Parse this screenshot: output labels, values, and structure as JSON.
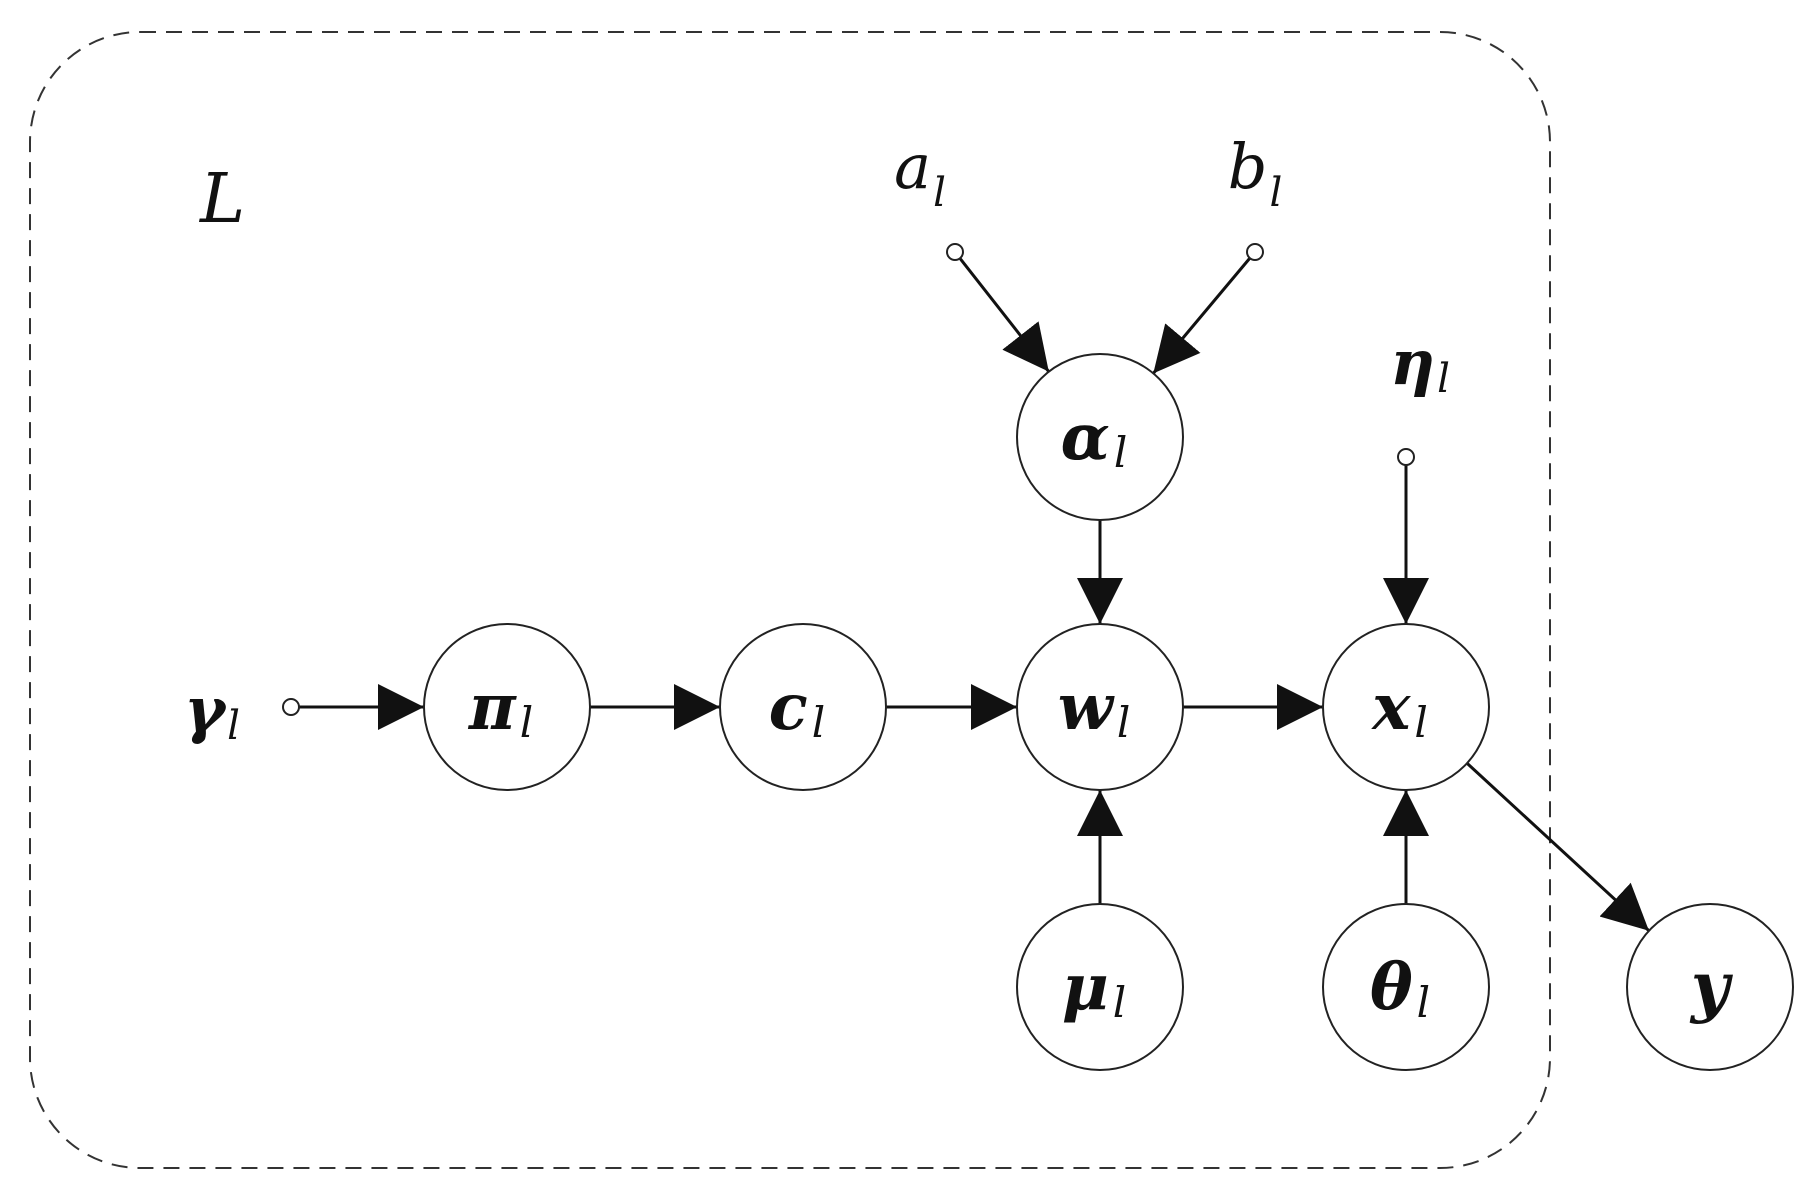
{
  "plate": {
    "label": "L"
  },
  "nodes": {
    "pi": {
      "symbol": "π",
      "subscript": "l"
    },
    "c": {
      "symbol": "c",
      "subscript": "l"
    },
    "w": {
      "symbol": "w",
      "subscript": "l"
    },
    "x": {
      "symbol": "x",
      "subscript": "l"
    },
    "alpha": {
      "symbol": "α",
      "subscript": "l"
    },
    "mu": {
      "symbol": "μ",
      "subscript": "l"
    },
    "theta": {
      "symbol": "θ",
      "subscript": "l"
    },
    "y": {
      "symbol": "y"
    }
  },
  "hyperparameters": {
    "gamma": {
      "symbol": "γ",
      "subscript": "l"
    },
    "a": {
      "symbol": "a",
      "subscript": "l"
    },
    "b": {
      "symbol": "b",
      "subscript": "l"
    },
    "eta": {
      "symbol": "η",
      "subscript": "l"
    }
  },
  "edges": [
    {
      "from": "gamma",
      "to": "pi"
    },
    {
      "from": "pi",
      "to": "c"
    },
    {
      "from": "c",
      "to": "w"
    },
    {
      "from": "w",
      "to": "x"
    },
    {
      "from": "a",
      "to": "alpha"
    },
    {
      "from": "b",
      "to": "alpha"
    },
    {
      "from": "alpha",
      "to": "w"
    },
    {
      "from": "mu",
      "to": "w"
    },
    {
      "from": "eta",
      "to": "x"
    },
    {
      "from": "theta",
      "to": "x"
    },
    {
      "from": "x",
      "to": "y"
    }
  ]
}
